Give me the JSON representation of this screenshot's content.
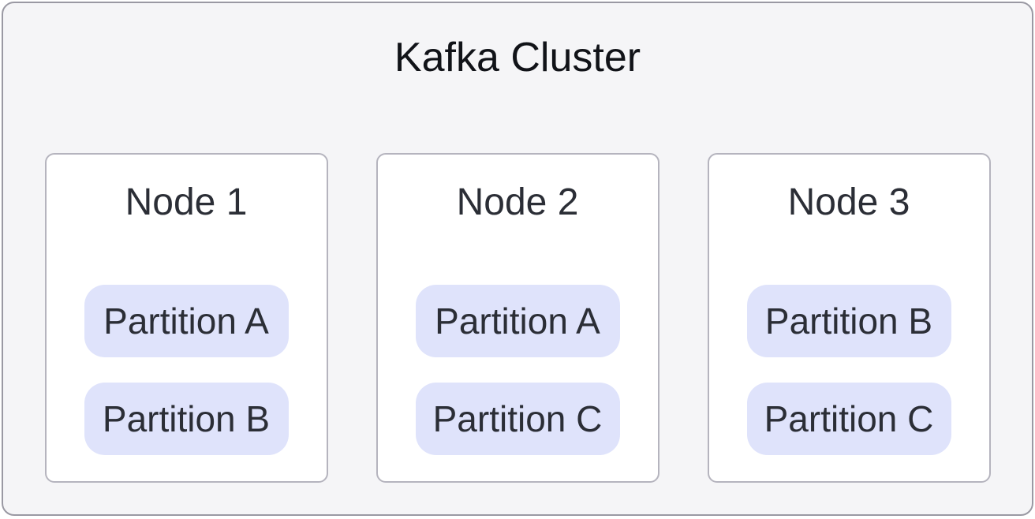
{
  "diagram": {
    "title": "Kafka Cluster",
    "nodes": [
      {
        "name": "Node 1",
        "partitions": [
          "Partition A",
          "Partition B"
        ]
      },
      {
        "name": "Node 2",
        "partitions": [
          "Partition A",
          "Partition C"
        ]
      },
      {
        "name": "Node 3",
        "partitions": [
          "Partition B",
          "Partition C"
        ]
      }
    ],
    "colors": {
      "canvas_background": "#f5f5f7",
      "canvas_border": "#9a99a3",
      "node_background": "#ffffff",
      "node_border": "#b5b4be",
      "partition_background": "#dfe3fb",
      "title_text": "#111318",
      "node_text": "#2b2e36",
      "partition_text": "#2b2e36"
    }
  }
}
